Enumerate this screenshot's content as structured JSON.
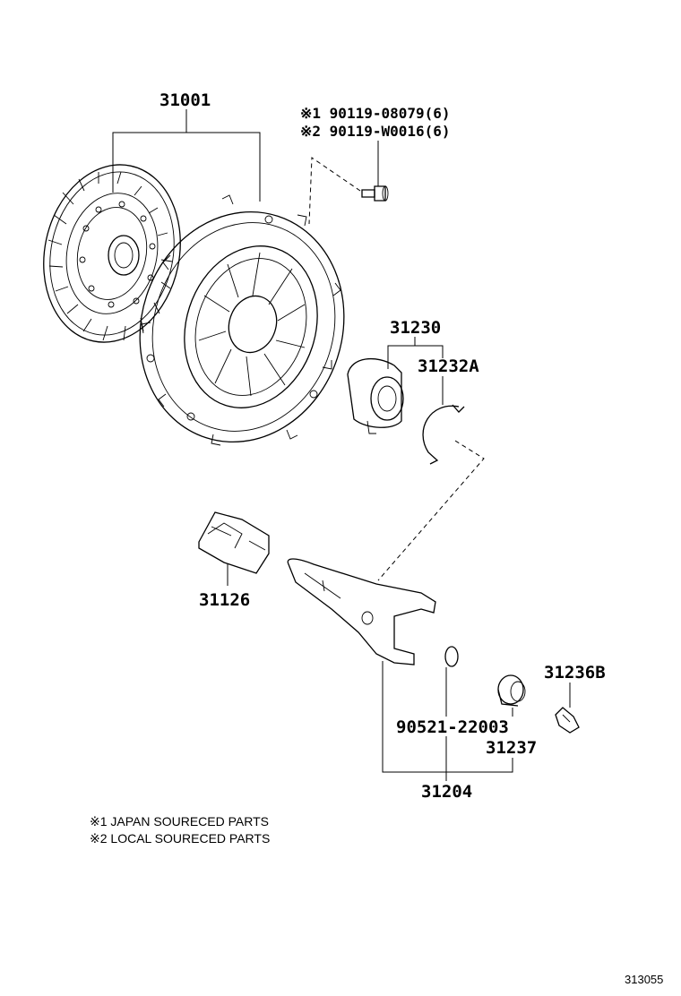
{
  "labels": {
    "clutch_disc_assy": "31001",
    "bolt_japan": "※1 90119-08079(6)",
    "bolt_local": "※2 90119-W0016(6)",
    "release_bearing_assy": "31230",
    "clip": "31232A",
    "boot": "31126",
    "fulcrum": "31236B",
    "ring": "90521-22003",
    "bushing": "31237",
    "release_fork": "31204"
  },
  "notes": {
    "note1": "※1 JAPAN SOURECED PARTS",
    "note2": "※2 LOCAL SOURECED PARTS"
  },
  "figure_ref": "313055"
}
